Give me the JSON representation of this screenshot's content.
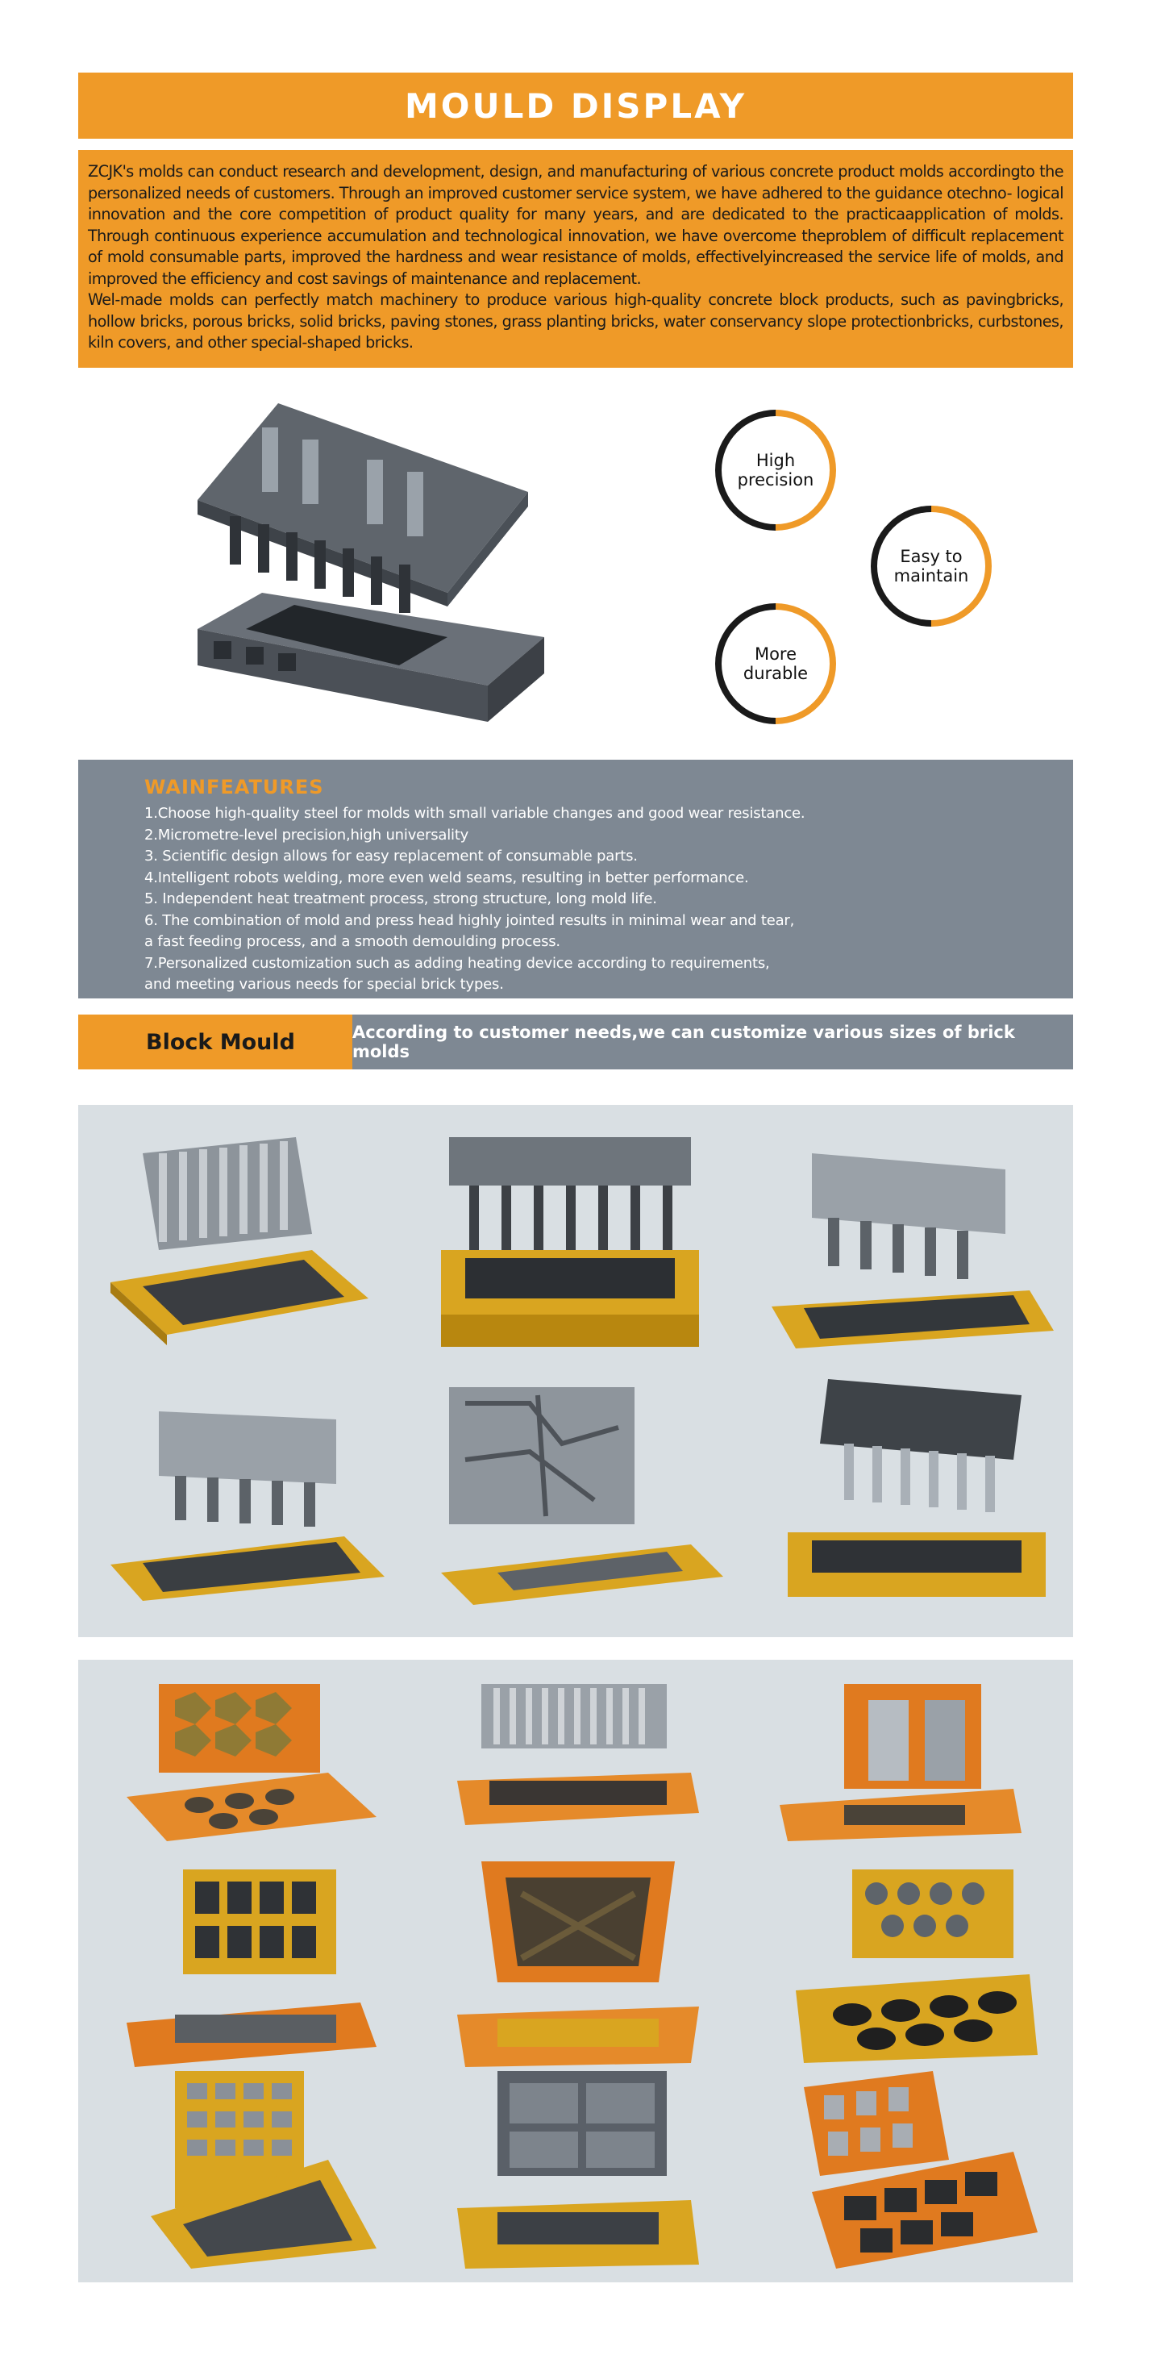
{
  "header": {
    "title": "MOULD DISPLAY"
  },
  "intro": {
    "paragraph1": "ZCJK's molds can conduct research and development, design, and manufacturing of various concrete product molds accordingto the personalized needs of customers. Through an improved customer service system, we have adhered to the guidance otechno- logical innovation and the core competition of product quality for many years, and are dedicated to the practicaapplication of molds. Through continuous experience accumulation and technological innovation, we have overcome theproblem of difficult replacement of mold consumable parts, improved the hardness and wear resistance of molds, effectivelyincreased the service life of molds, and improved the efficiency and cost savings of maintenance and replacement.",
    "paragraph2": "Wel-made molds can perfectly match machinery to produce various high-quality concrete block products, such as pavingbricks, hollow bricks, porous bricks, solid bricks, paving stones, grass planting bricks, water conservancy slope protectionbricks, curbstones, kiln covers, and other special-shaped bricks."
  },
  "highlights": [
    {
      "label": "High\nprecision"
    },
    {
      "label": "Easy to\nmaintain"
    },
    {
      "label": "More\ndurable"
    }
  ],
  "features": {
    "title": "WAINFEATURES",
    "items": [
      "1.Choose high-quality steel for molds with small variable changes and good wear resistance.",
      "2.Micrometre-level precision,high universality",
      "3. Scientific design allows for easy replacement of consumable parts.",
      "4.Intelligent robots welding, more even weld seams, resulting in better performance.",
      "5. Independent heat treatment process, strong structure, long mold life.",
      "6. The combination of mold and press head highly jointed results in minimal wear and tear,",
      "a fast feeding process, and a smooth demoulding process.",
      "7.Personalized customization such as adding heating device according to requirements,",
      "and meeting various needs for special brick types."
    ]
  },
  "block_mould": {
    "label": "Block Mould",
    "description": "According to customer needs,we can customize various sizes of brick molds"
  },
  "colors": {
    "accent_orange": "#ef9a28",
    "slate_gray": "#7e8893",
    "gallery_bg": "#d9dfe3",
    "mould_yellow": "#d9a520",
    "steel_gray": "#8a9098"
  },
  "gallery_1": {
    "images": [
      "mould-image",
      "mould-image",
      "mould-image",
      "mould-image",
      "mould-image",
      "mould-image"
    ]
  },
  "gallery_2": {
    "images": [
      "mould-image",
      "mould-image",
      "mould-image",
      "mould-image",
      "mould-image",
      "mould-image",
      "mould-image",
      "mould-image",
      "mould-image"
    ]
  }
}
